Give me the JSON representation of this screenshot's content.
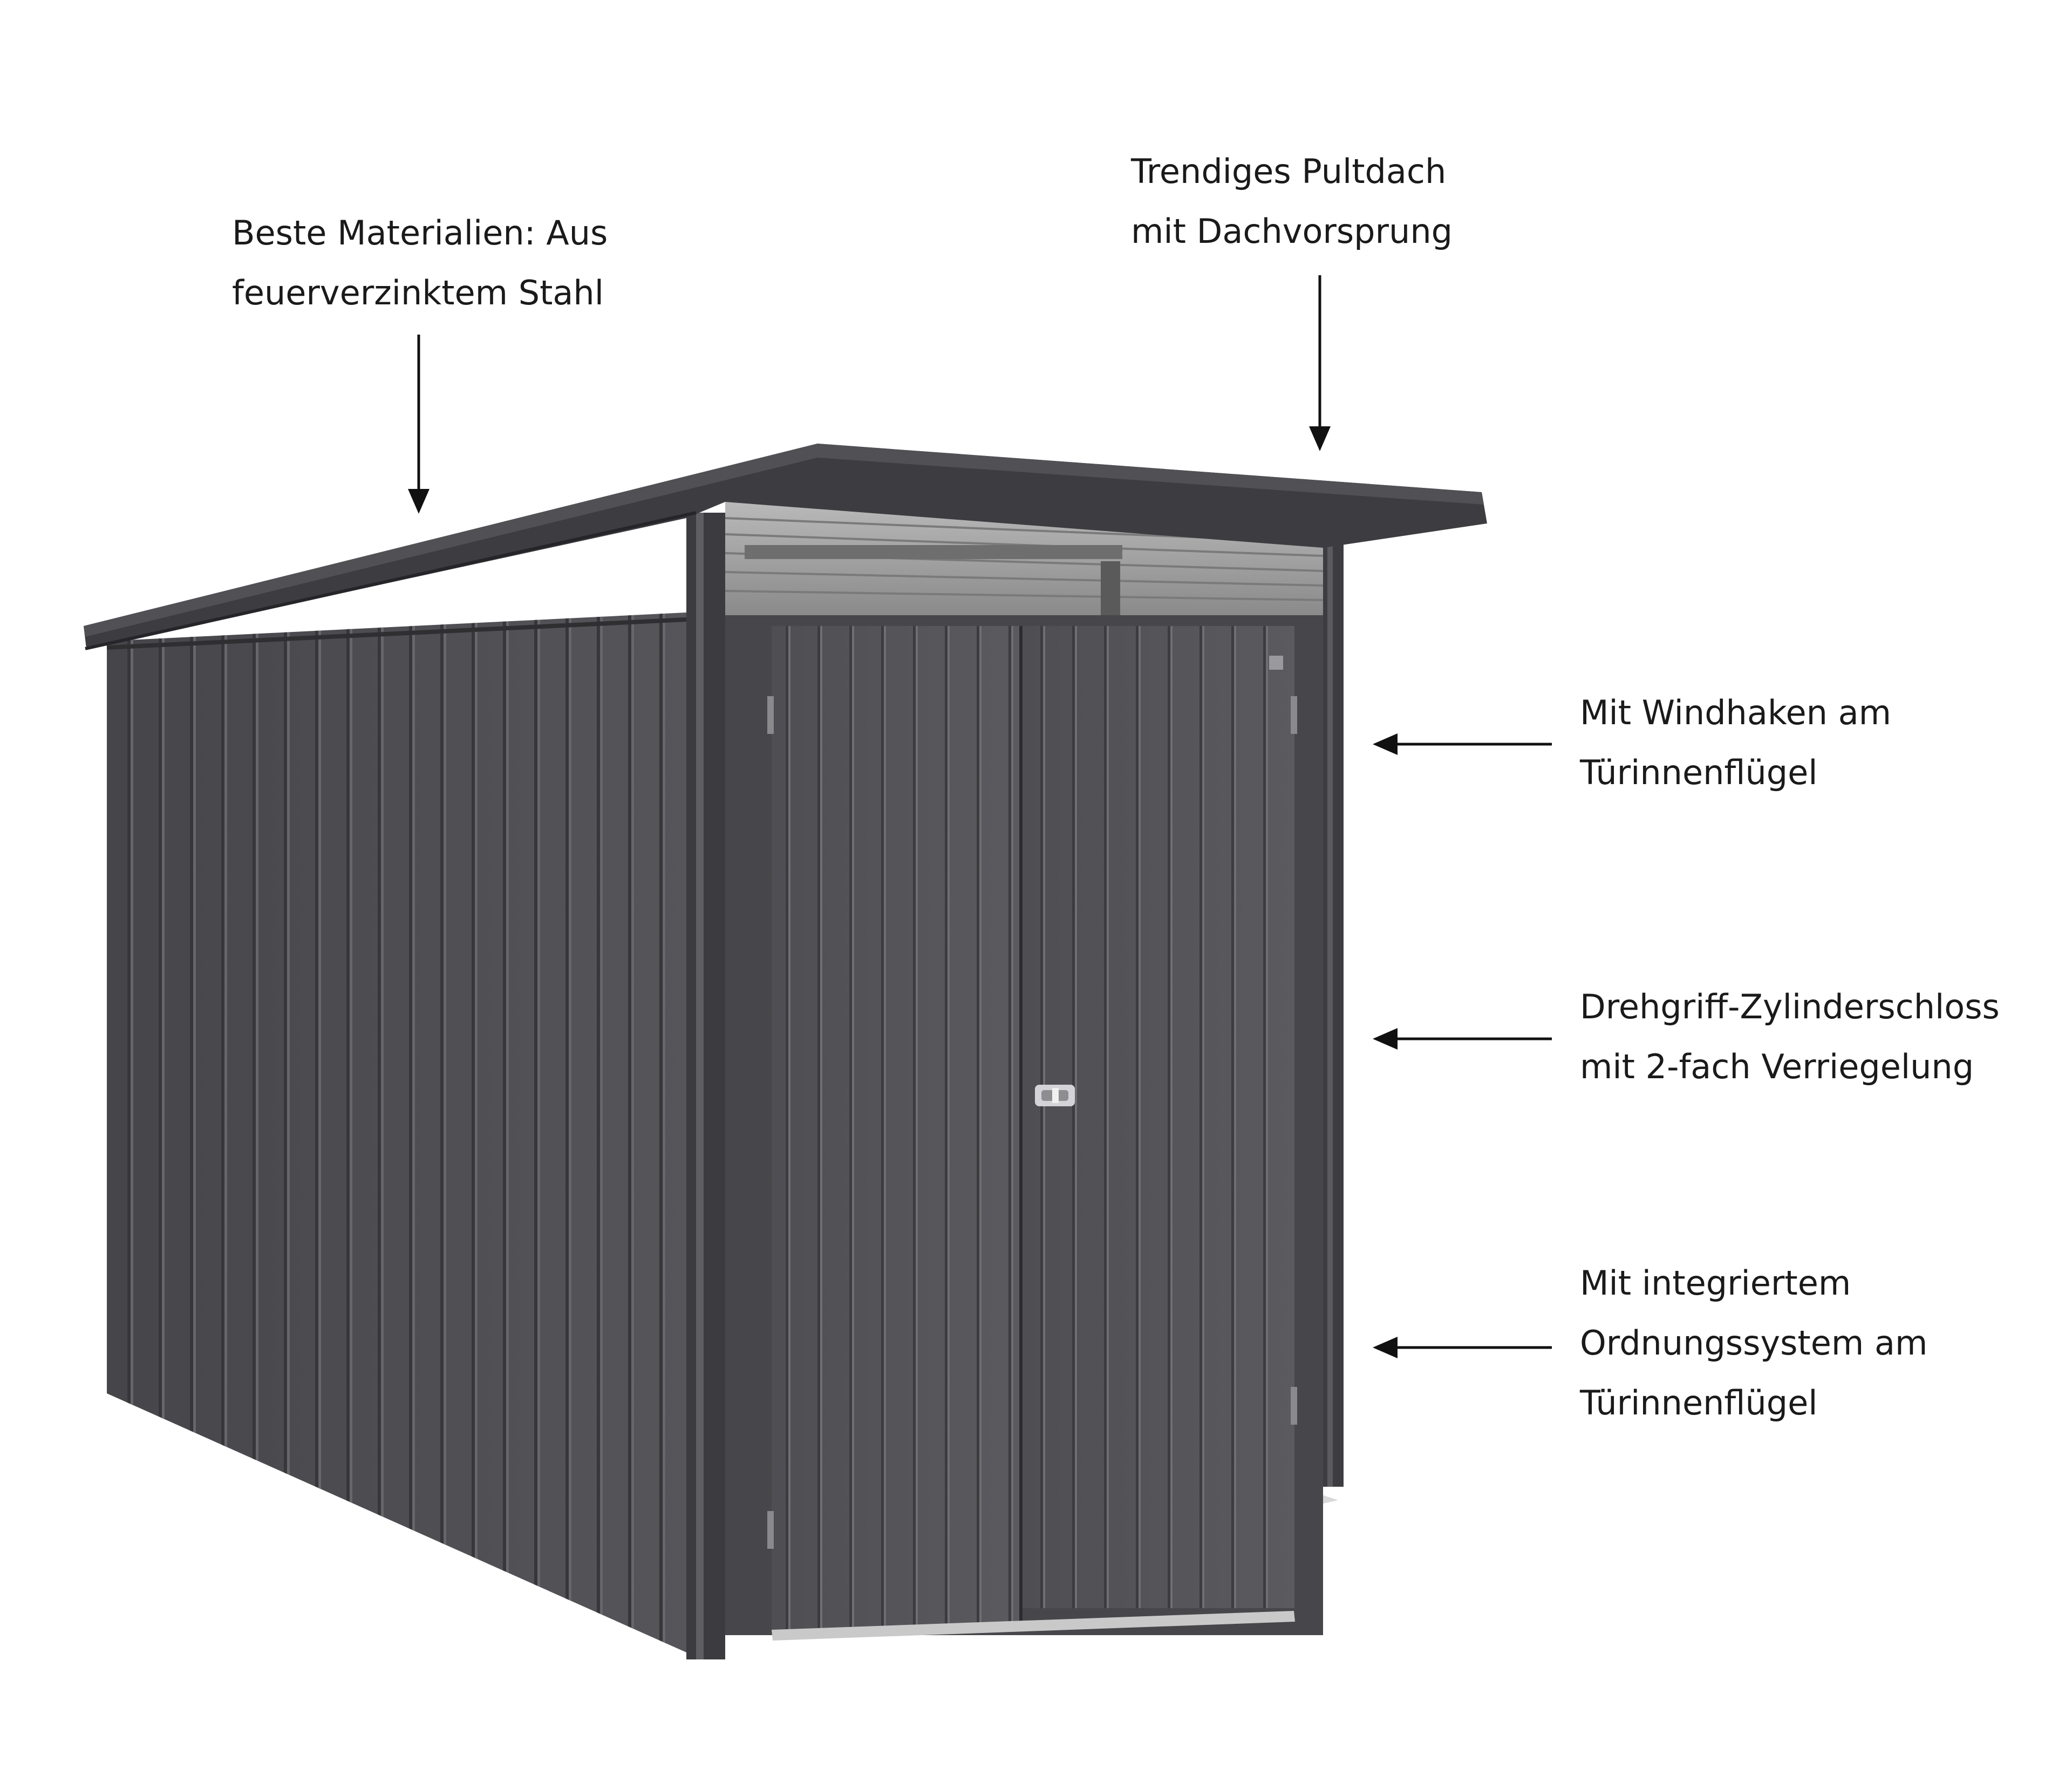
{
  "callouts": {
    "material": {
      "line1": "Beste Materialien: Aus",
      "line2": "feuerverzinktem Stahl"
    },
    "roof": {
      "line1": "Trendiges Pultdach",
      "line2": "mit Dachvorsprung"
    },
    "wind_hook": {
      "line1": "Mit Windhaken am",
      "line2": "Türinnenflügel"
    },
    "lock": {
      "line1": "Drehgriff-Zylinderschloss",
      "line2": "mit 2-fach Verriegelung"
    },
    "storage": {
      "line1": "Mit integriertem",
      "line2": "Ordnungssystem am",
      "line3": "Türinnenflügel"
    }
  },
  "colors": {
    "background": "#ffffff",
    "text": "#1a1a1a",
    "shed_side": "#4d4d52",
    "shed_front": "#535358",
    "roof": "#3f3f43",
    "roof_underside": "#9a9a9a",
    "handle": "#c8c8c8"
  }
}
